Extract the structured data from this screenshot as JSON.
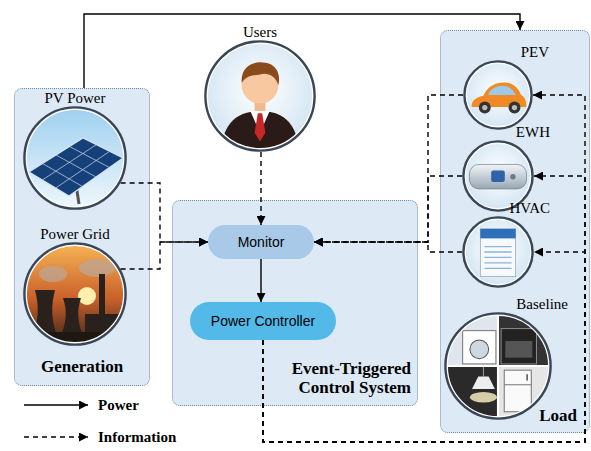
{
  "diagram": {
    "nodes": [
      {
        "text": [
          "Generation"
        ]
      },
      {
        "text": [
          "PV Power"
        ],
        "in": 0
      },
      {
        "text": [
          "Power Grid"
        ],
        "in": 0
      },
      {
        "text": [
          "Users"
        ]
      },
      {
        "text": [
          "Event-Triggered Control System"
        ]
      },
      {
        "text": [
          "Monitor"
        ],
        "in": 4
      },
      {
        "text": [
          "Power Controller"
        ],
        "in": 4
      },
      {
        "text": [
          "Load"
        ]
      },
      {
        "text": [
          "PEV"
        ],
        "in": 7
      },
      {
        "text": [
          "EWH"
        ],
        "in": 7
      },
      {
        "text": [
          "HVAC"
        ],
        "in": 7
      },
      {
        "text": [
          "Baseline"
        ],
        "in": 7
      }
    ],
    "edges": [
      {
        "from": 0,
        "to": 7,
        "arrow": "to"
      },
      {
        "from": 1,
        "to": 5,
        "arrow": "to"
      },
      {
        "from": 2,
        "to": 5,
        "arrow": "to"
      },
      {
        "from": 3,
        "to": 5,
        "arrow": "to"
      },
      {
        "from": 8,
        "to": 5,
        "arrow": "to"
      },
      {
        "from": 9,
        "to": 5,
        "arrow": "to"
      },
      {
        "from": 10,
        "to": 5,
        "arrow": "to"
      },
      {
        "from": 5,
        "to": 6,
        "arrow": "to"
      },
      {
        "from": 6,
        "to": 8,
        "arrow": "to"
      },
      {
        "from": 6,
        "to": 9,
        "arrow": "to"
      },
      {
        "from": 6,
        "to": 10,
        "arrow": "to"
      }
    ],
    "legend": [
      {
        "text": "Power"
      },
      {
        "text": "Information"
      }
    ]
  }
}
